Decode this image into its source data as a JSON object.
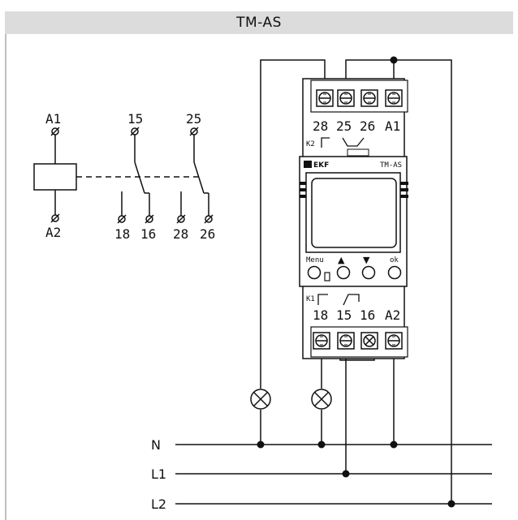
{
  "title": "TM-AS",
  "symbol": {
    "coil_top": "A1",
    "coil_bottom": "A2",
    "contact1_common": "15",
    "contact1_nc": "18",
    "contact1_no": "16",
    "contact2_common": "25",
    "contact2_nc": "28",
    "contact2_no": "26"
  },
  "device": {
    "top_terminals": [
      "28",
      "25",
      "26",
      "A1"
    ],
    "bottom_terminals": [
      "18",
      "15",
      "16",
      "A2"
    ],
    "k1_label": "K1",
    "k2_label": "K2",
    "brand": "EKF",
    "model": "TM-AS",
    "buttons": {
      "menu": "Menu",
      "up": "▲",
      "down": "▼",
      "ok": "ok"
    }
  },
  "lines": [
    "N",
    "L1",
    "L2"
  ]
}
